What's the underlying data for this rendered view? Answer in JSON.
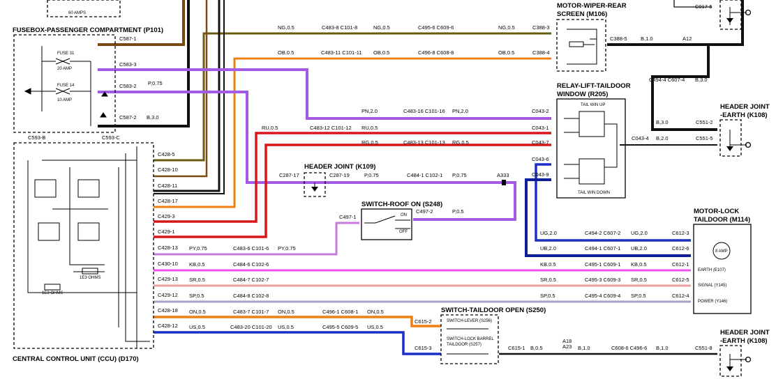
{
  "components": {
    "fusebox_title": "FUSEBOX-PASSENGER COMPARTMENT (P101)",
    "fuse_top_amps": "60 AMPS",
    "fuse31_name": "FUSE 31",
    "fuse31_amp": "20 AMP",
    "fuse14_name": "FUSE 14",
    "fuse14_amp": "10 AMP",
    "ccu_title": "CENTRAL CONTROL UNIT (CCU) (D170)",
    "ccu_res1": "1E3 OHMS",
    "ccu_res2": "1E3 OHMS",
    "motor_wiper_title_1": "MOTOR-WIPER-REAR",
    "motor_wiper_title_2": "SCREEN (M106)",
    "relay_title_1": "RELAY-LIFT-TAILDOOR",
    "relay_title_2": "WINDOW (R205)",
    "relay_up": "TAIL WIN UP",
    "relay_down": "TAIL WIN DOWN",
    "header_k109": "HEADER JOINT (K109)",
    "switch_roof": "SWITCH-ROOF ON (S248)",
    "switch_on": "ON",
    "switch_off": "OFF",
    "header_k108_a_1": "HEADER JOINT",
    "header_k108_a_2": "-EARTH (K108)",
    "header_k108_b_1": "HEADER JOINT",
    "header_k108_b_2": "-EARTH (K108)",
    "motor_lock_title_1": "MOTOR-LOCK",
    "motor_lock_title_2": "TAILDOOR (M114)",
    "motor_lock_amp": "8 AMP",
    "motor_lock_earth": "EARTH (E107)",
    "motor_lock_signal": "SIGNAL (Y145)",
    "motor_lock_power": "POWER (Y146)",
    "switch_taildoor_title": "SWITCH-TAILDOOR OPEN (S250)",
    "switch_lever": "SWITCH-LEVER (S256)",
    "switch_lock_1": "SWITCH-LOCK BARREL",
    "switch_lock_2": "TAILDOOR (S257)"
  },
  "labels": {
    "c0175": "C017-5",
    "c5871": "C587-1",
    "c5833": "C583-3",
    "c5832": "C583-2",
    "c5872": "C587-2",
    "c593b": "C593-B",
    "c593c": "C593-C",
    "p075_fuse": "P,0.75",
    "b30_fuse": "B,3.0",
    "ng05_a": "NG,0.5",
    "c4838": "C483-8 C101-8",
    "ng05_b": "NG,0.5",
    "c4956": "C495-6 C609-6",
    "ng05_c": "NG,0.5",
    "c3883": "C388-3",
    "ob05_a": "OB,0.5",
    "c48311": "C483-11 C101-11",
    "ob05_b": "OB,0.5",
    "c4968": "C496-8 C608-8",
    "ob05_c": "OB,0.5",
    "c3884": "C388-4",
    "c3885": "C388-5",
    "b10": "B,1.0",
    "a12": "A12",
    "c4944": "C494-4 C607-4",
    "b30_r": "B,3.0",
    "b30_r2": "B,3.0",
    "c5512": "C551-2",
    "b20_r": "B,2.0",
    "c0434": "C043-4",
    "c5515": "C551-5",
    "pn20_a": "PN,2.0",
    "c48316": "C483-16 C101-16",
    "pn20_b": "PN,2.0",
    "c0432": "C043-2",
    "ru05_a": "RU,0.5",
    "c48312": "C483-12 C101-12",
    "ru05_b": "RU,0.5",
    "c0431": "C043-1",
    "rg05_a": "RG,0.5",
    "c48313": "C483-13 C101-13",
    "rg05_b": "RG,0.5",
    "c0437": "C043-7",
    "c0436": "C043-6",
    "c0439": "C043-9",
    "c28717": "C287-17",
    "c28719": "C287-19",
    "p075_a": "P,0.75",
    "c4841": "C484-1 C102-1",
    "p075_b": "P,0.75",
    "a333": "A333",
    "c4972": "C497-2",
    "p05": "P,0.5",
    "c4971": "C497-1",
    "c4285": "C428-5",
    "c42810": "C428-10",
    "c42811": "C428-11",
    "c42817": "C428-17",
    "c4293": "C429-3",
    "c4291": "C429-1",
    "c42813": "C428-13",
    "py075_a": "PY,0.75",
    "c4836": "C483-6 C101-6",
    "py075_b": "PY,0.75",
    "c43010": "C430-10",
    "kb05_a": "KB,0.5",
    "c4846": "C484-6 C102-6",
    "kb05_b": "KB,0.5",
    "c4951": "C495-1 C609-1",
    "kb05_c": "KB,0.5",
    "c6121": "C612-1",
    "c42913": "C429-13",
    "sr05_a": "SR,0.5",
    "c4847": "C484-7 C102-7",
    "sr05_b": "SR,0.5",
    "c4953": "C495-3 C609-3",
    "sr05_c": "SR,0.5",
    "c6125": "C612-5",
    "c42912": "C429-12",
    "sp05_a": "SP,0.5",
    "c4848": "C484-8 C102-8",
    "sp05_b": "SP,0.5",
    "c4954": "C495-4 C609-4",
    "sp05_c": "SP,0.5",
    "c6124": "C612-4",
    "ug20_a": "UG,2.0",
    "c4942": "C494-2 C607-2",
    "ug20_b": "UG,2.0",
    "c6123": "C612-3",
    "ub20_a": "UB,2.0",
    "c4941": "C494-1 C607-1",
    "ub20_b": "UB,2.0",
    "c6126": "C612-6",
    "c42818": "C428-18",
    "on05_a": "ON,0.5",
    "c4837": "C483-7 C101-7",
    "on05_b": "ON,0.5",
    "c4961": "C496-1 C608-1",
    "on05_c": "ON,0.5",
    "c6152": "C615-2",
    "c42812": "C428-12",
    "us05_a": "US,0.5",
    "c48320": "C483-20 C101-20",
    "us05_b": "US,0.5",
    "c4955": "C495-5 C609-5",
    "us05_c": "US,0.5",
    "c6153": "C615-3",
    "c6151": "C615-1",
    "b05": "B,0.5",
    "a18": "A18",
    "a23": "A23",
    "b10_b": "B,1.0",
    "c6086": "C608-6 C496-6",
    "b10_c": "B,1.0",
    "c5518": "C551-8"
  },
  "colors": {
    "black": "#111111",
    "brown": "#7a4a12",
    "olive": "#6b5a10",
    "orange": "#f07f12",
    "purple": "#a35be6",
    "red": "#d8161a",
    "pink": "#d07ad0",
    "kb_pink": "#ef4fef",
    "sr_pink": "#e8a0a0",
    "sp_gray": "#a8a0c8",
    "blue": "#1c2ec8",
    "dark_blue": "#0f1f9a"
  }
}
